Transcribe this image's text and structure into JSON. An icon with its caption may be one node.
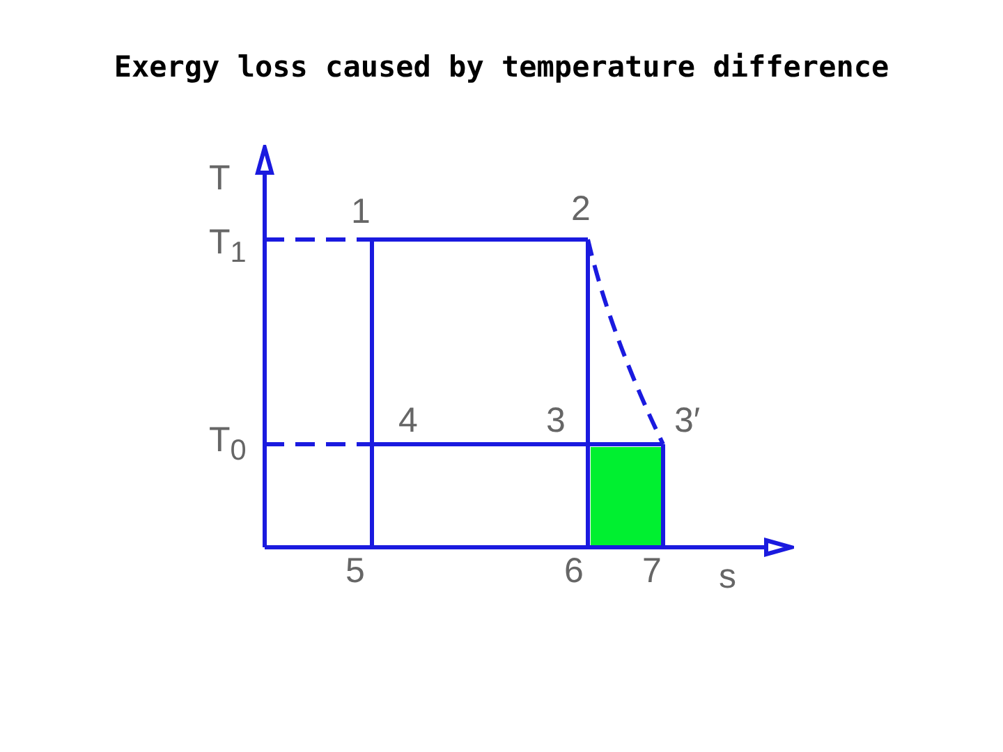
{
  "diagram": {
    "title": "Exergy loss caused by temperature difference",
    "labels": [
      "T",
      "1",
      "2",
      "T$_{1}$",
      "T$_{0}$",
      "4",
      "3",
      "3′",
      "5",
      "6",
      "7",
      "s"
    ]
  }
}
